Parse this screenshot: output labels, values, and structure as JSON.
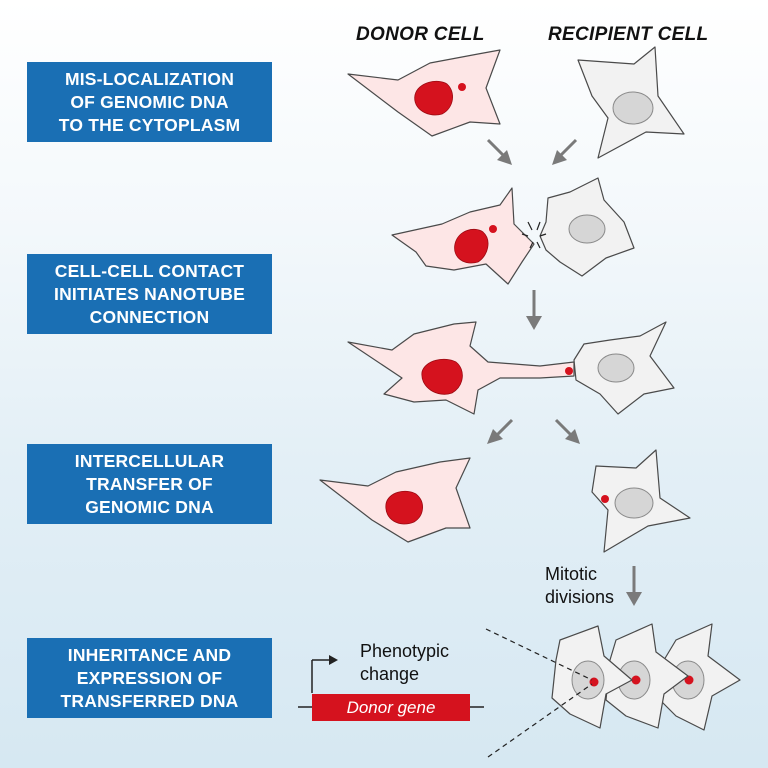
{
  "headers": {
    "donor": "DONOR CELL",
    "recipient": "RECIPIENT CELL"
  },
  "steps": [
    {
      "text": "MIS-LOCALIZATION\nOF GENOMIC DNA\nTO THE CYTOPLASM"
    },
    {
      "text": "CELL-CELL CONTACT\nINITIATES NANOTUBE\nCONNECTION"
    },
    {
      "text": "INTERCELLULAR\nTRANSFER OF\nGENOMIC DNA"
    },
    {
      "text": "INHERITANCE AND\nEXPRESSION OF\nTRANSFERRED DNA"
    }
  ],
  "notes": {
    "mitotic": "Mitotic\ndivisions",
    "phenotypic": "Phenotypic\nchange",
    "gene": "Donor gene"
  },
  "colors": {
    "box_blue": "#1a6fb4",
    "dna_red": "#d5121e",
    "donor_fill": "#fde6e6",
    "recipient_fill": "#f2f2f2",
    "arrow_gray": "#7a7a7a"
  }
}
